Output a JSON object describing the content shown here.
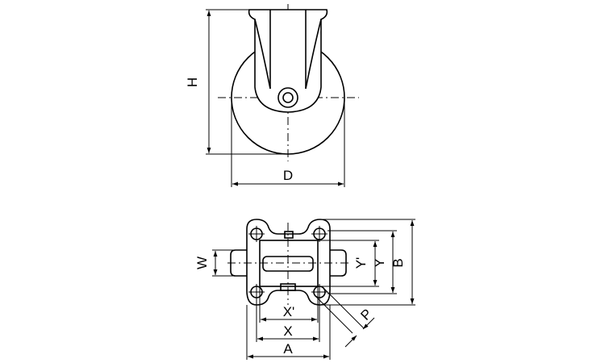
{
  "side_view": {
    "labels": {
      "height": "H",
      "diameter": "D"
    }
  },
  "top_view": {
    "labels": {
      "total_width": "A",
      "hole_spacing_x": "X",
      "hole_spacing_x_alt": "X'",
      "total_length": "B",
      "hole_spacing_y": "Y",
      "hole_spacing_y_alt": "Y'",
      "wheel_width": "W",
      "hole_diameter": "P"
    }
  }
}
